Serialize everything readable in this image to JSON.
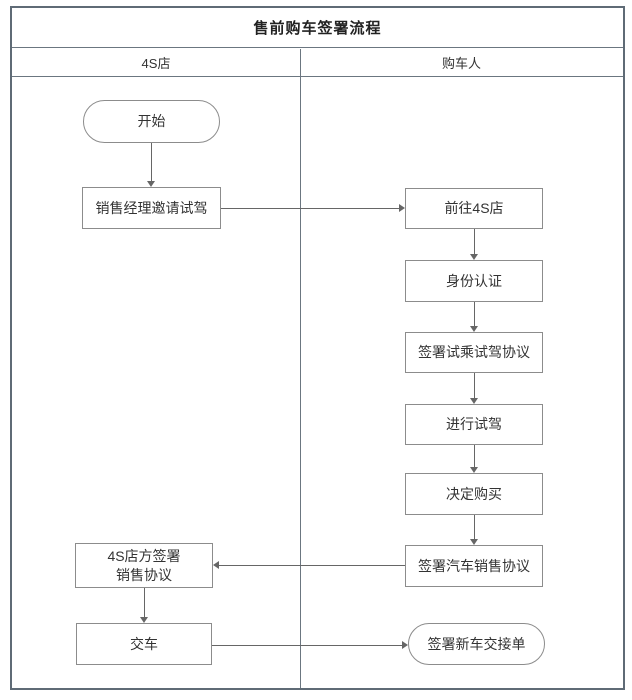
{
  "title": "售前购车签署流程",
  "lanes": {
    "left": "4S店",
    "right": "购车人"
  },
  "nodes": {
    "start": "开始",
    "invite_test_drive": "销售经理邀请试驾",
    "go_to_4s_store": "前往4S店",
    "identity_verification": "身份认证",
    "sign_test_drive_agreement": "签署试乘试驾协议",
    "conduct_test_drive": "进行试驾",
    "decide_to_purchase": "决定购买",
    "sign_car_sales_agreement": "签署汽车销售协议",
    "store_sign_sales_agreement_line1": "4S店方签署",
    "store_sign_sales_agreement_line2": "销售协议",
    "deliver_car": "交车",
    "sign_new_car_handover_form": "签署新车交接单"
  },
  "colors": {
    "frame_border": "#5f6b76",
    "grid_line": "#6b7680",
    "node_border": "#8c8c8c",
    "connector": "#666666",
    "text": "#333333",
    "background": "#ffffff"
  }
}
